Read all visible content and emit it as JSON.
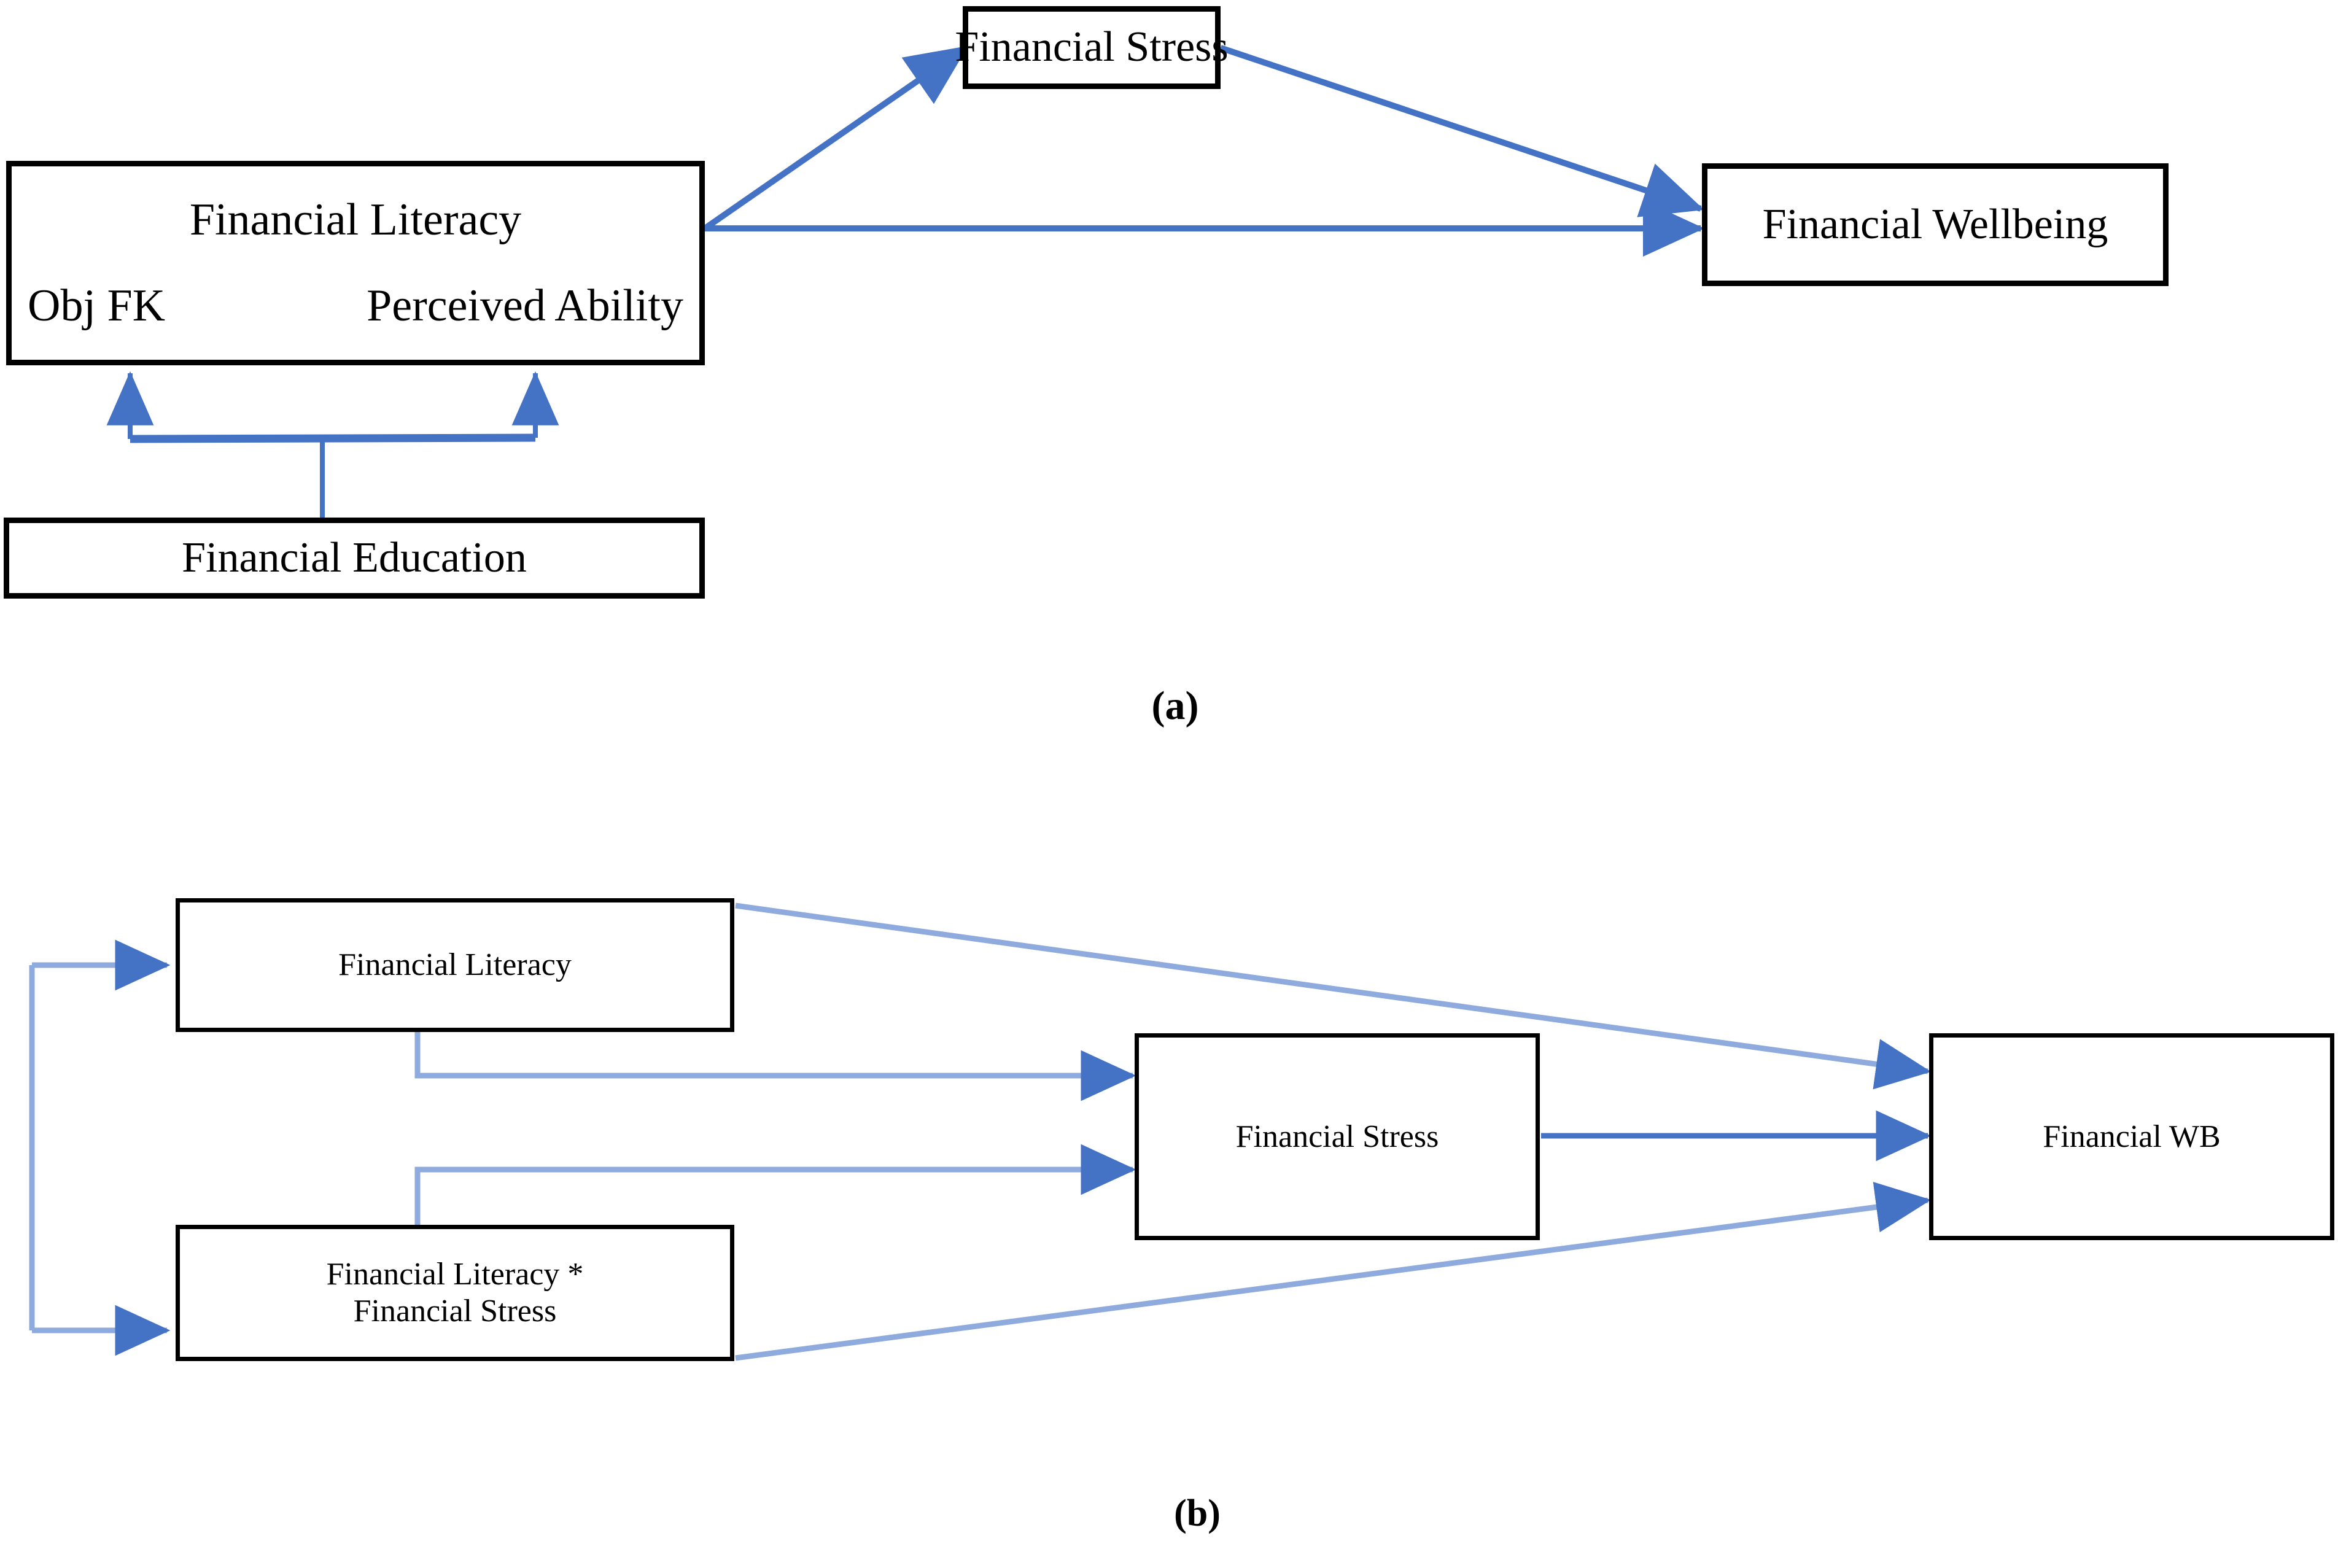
{
  "figure": {
    "panels": [
      {
        "caption": "(a)",
        "caption_letter": "a",
        "nodes": [
          {
            "id": "fl_a",
            "label": "Financial Literacy",
            "sub_left": "Obj FK",
            "sub_right": "Perceived Ability"
          },
          {
            "id": "fs_a",
            "label": "Financial Stress"
          },
          {
            "id": "fwb_a",
            "label": "Financial Wellbeing"
          },
          {
            "id": "fe_a",
            "label": "Financial Education"
          }
        ],
        "edges": [
          {
            "from": "fl_a",
            "to": "fs_a",
            "style": "diagonal-arrow"
          },
          {
            "from": "fs_a",
            "to": "fwb_a",
            "style": "diagonal-arrow"
          },
          {
            "from": "fl_a",
            "to": "fwb_a",
            "style": "straight-arrow"
          },
          {
            "from": "fe_a",
            "to": "fl_a.obj_fk",
            "style": "bracket-arrow-up"
          },
          {
            "from": "fe_a",
            "to": "fl_a.perceived_ability",
            "style": "bracket-arrow-up"
          }
        ]
      },
      {
        "caption": "(b)",
        "caption_letter": "b",
        "nodes": [
          {
            "id": "fl_b",
            "label": "Financial Literacy"
          },
          {
            "id": "int_b",
            "label_line1": "Financial Literacy *",
            "label_line2": "Financial Stress"
          },
          {
            "id": "fs_b",
            "label": "Financial Stress"
          },
          {
            "id": "fwb_b",
            "label": "Financial WB"
          }
        ],
        "edges": [
          {
            "from": "fl_b",
            "to": "int_b",
            "style": "left-c-bracket-double-arrow"
          },
          {
            "from": "fl_b",
            "to": "fwb_b",
            "style": "diagonal-arrow"
          },
          {
            "from": "fl_b",
            "to": "fs_b",
            "style": "elbow-arrow"
          },
          {
            "from": "int_b",
            "to": "fs_b",
            "style": "elbow-arrow"
          },
          {
            "from": "int_b",
            "to": "fwb_b",
            "style": "diagonal-arrow"
          },
          {
            "from": "fs_b",
            "to": "fwb_b",
            "style": "straight-arrow"
          }
        ]
      }
    ]
  },
  "colors": {
    "arrow": "#4472C4",
    "arrow_light": "#8FAADC",
    "box_border": "#000000",
    "box_fill": "#FFFFFF",
    "text": "#000000",
    "background": "#FFFFFF"
  }
}
